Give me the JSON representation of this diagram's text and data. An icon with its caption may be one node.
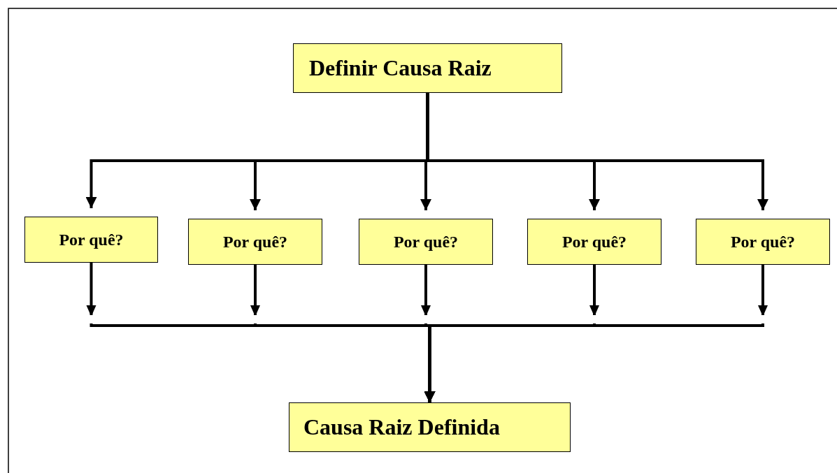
{
  "diagram": {
    "nodes": [
      {
        "text": [
          "Definir Causa Raiz"
        ]
      },
      {
        "text": [
          "Por quê?"
        ]
      },
      {
        "text": [
          "Por quê?"
        ]
      },
      {
        "text": [
          "Por quê?"
        ]
      },
      {
        "text": [
          "Por quê?"
        ]
      },
      {
        "text": [
          "Por quê?"
        ]
      },
      {
        "text": [
          "Causa Raiz Definida"
        ]
      }
    ],
    "edges": [
      {
        "from": 0,
        "to": 1,
        "arrow": "to"
      },
      {
        "from": 0,
        "to": 2,
        "arrow": "to"
      },
      {
        "from": 0,
        "to": 3,
        "arrow": "to"
      },
      {
        "from": 0,
        "to": 4,
        "arrow": "to"
      },
      {
        "from": 0,
        "to": 5,
        "arrow": "to"
      },
      {
        "from": 1,
        "to": 6,
        "arrow": "to"
      },
      {
        "from": 2,
        "to": 6,
        "arrow": "to"
      },
      {
        "from": 3,
        "to": 6,
        "arrow": "to"
      },
      {
        "from": 4,
        "to": 6,
        "arrow": "to"
      },
      {
        "from": 5,
        "to": 6,
        "arrow": "to"
      }
    ]
  }
}
